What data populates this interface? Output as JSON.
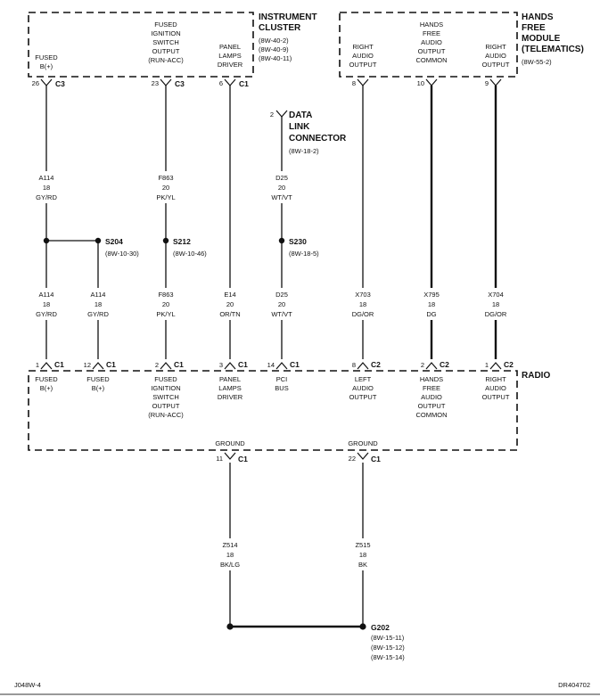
{
  "instrument_cluster": {
    "title": [
      "INSTRUMENT",
      "CLUSTER"
    ],
    "refs": [
      "(8W-40-2)",
      "(8W-40-9)",
      "(8W-40-11)"
    ],
    "pins": [
      {
        "label": [
          "FUSED",
          "B(+)"
        ],
        "pin": "26",
        "conn": "C3"
      },
      {
        "label": [
          "FUSED",
          "IGNITION",
          "SWITCH",
          "OUTPUT",
          "(RUN-ACC)"
        ],
        "pin": "23",
        "conn": "C3"
      },
      {
        "label": [
          "PANEL",
          "LAMPS",
          "DRIVER"
        ],
        "pin": "6",
        "conn": "C1"
      }
    ]
  },
  "hands_free_module": {
    "title": [
      "HANDS",
      "FREE",
      "MODULE",
      "(TELEMATICS)"
    ],
    "ref": "(8W-55-2)",
    "pins": [
      {
        "label": [
          "RIGHT",
          "AUDIO",
          "OUTPUT"
        ],
        "pin": "8"
      },
      {
        "label": [
          "HANDS",
          "FREE",
          "AUDIO",
          "OUTPUT",
          "COMMON"
        ],
        "pin": "10"
      },
      {
        "label": [
          "RIGHT",
          "AUDIO",
          "OUTPUT"
        ],
        "pin": "9"
      }
    ]
  },
  "data_link_connector": {
    "title": [
      "DATA",
      "LINK",
      "CONNECTOR"
    ],
    "ref": "(8W-18-2)",
    "pin": "2"
  },
  "upper_wires": [
    {
      "circuit": "A114",
      "gauge": "18",
      "color": "GY/RD"
    },
    {
      "circuit": "F863",
      "gauge": "20",
      "color": "PK/YL"
    },
    {
      "circuit": "D25",
      "gauge": "20",
      "color": "WT/VT"
    }
  ],
  "splices": [
    {
      "name": "S204",
      "ref": "(8W-10-30)"
    },
    {
      "name": "S212",
      "ref": "(8W-10-46)"
    },
    {
      "name": "S230",
      "ref": "(8W-18-5)"
    }
  ],
  "lower_wires": [
    {
      "circuit": "A114",
      "gauge": "18",
      "color": "GY/RD"
    },
    {
      "circuit": "A114",
      "gauge": "18",
      "color": "GY/RD"
    },
    {
      "circuit": "F863",
      "gauge": "20",
      "color": "PK/YL"
    },
    {
      "circuit": "E14",
      "gauge": "20",
      "color": "OR/TN"
    },
    {
      "circuit": "D25",
      "gauge": "20",
      "color": "WT/VT"
    },
    {
      "circuit": "X703",
      "gauge": "18",
      "color": "DG/OR"
    },
    {
      "circuit": "X795",
      "gauge": "18",
      "color": "DG"
    },
    {
      "circuit": "X704",
      "gauge": "18",
      "color": "DG/OR"
    }
  ],
  "radio": {
    "title": "RADIO",
    "pins": [
      {
        "pin": "1",
        "conn": "C1",
        "label": [
          "FUSED",
          "B(+)"
        ]
      },
      {
        "pin": "12",
        "conn": "C1",
        "label": [
          "FUSED",
          "B(+)"
        ]
      },
      {
        "pin": "2",
        "conn": "C1",
        "label": [
          "FUSED",
          "IGNITION",
          "SWITCH",
          "OUTPUT",
          "(RUN-ACC)"
        ]
      },
      {
        "pin": "3",
        "conn": "C1",
        "label": [
          "PANEL",
          "LAMPS",
          "DRIVER"
        ]
      },
      {
        "pin": "14",
        "conn": "C1",
        "label": [
          "PCI",
          "BUS"
        ]
      },
      {
        "pin": "8",
        "conn": "C2",
        "label": [
          "LEFT",
          "AUDIO",
          "OUTPUT"
        ]
      },
      {
        "pin": "2",
        "conn": "C2",
        "label": [
          "HANDS",
          "FREE",
          "AUDIO",
          "OUTPUT",
          "COMMON"
        ]
      },
      {
        "pin": "1",
        "conn": "C2",
        "label": [
          "RIGHT",
          "AUDIO",
          "OUTPUT"
        ]
      }
    ],
    "grounds": [
      {
        "label": "GROUND",
        "pin": "11",
        "conn": "C1"
      },
      {
        "label": "GROUND",
        "pin": "22",
        "conn": "C1"
      }
    ]
  },
  "ground_wires": [
    {
      "circuit": "Z514",
      "gauge": "18",
      "color": "BK/LG"
    },
    {
      "circuit": "Z515",
      "gauge": "18",
      "color": "BK"
    }
  ],
  "ground_point": {
    "name": "G202",
    "refs": [
      "(8W-15-11)",
      "(8W-15-12)",
      "(8W-15-14)"
    ]
  },
  "footer": {
    "left": "J048W-4",
    "right": "DR404702"
  }
}
